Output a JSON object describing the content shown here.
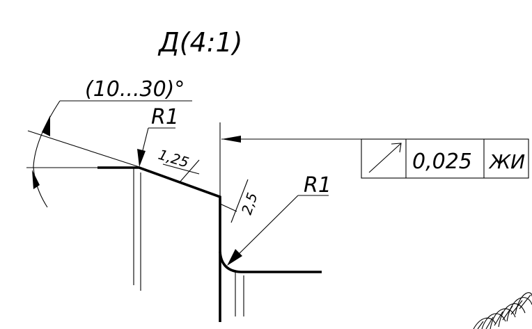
{
  "view_title": "Д(4:1)",
  "angle_dimension": "(10...30)°",
  "radius_left": "R1",
  "chamfer_length": "1,25",
  "chamfer_depth": "2,5",
  "radius_right": "R1",
  "tolerance_frame": {
    "symbol": "runout-arrow-icon",
    "value": "0,025",
    "datum": "ЖИ"
  },
  "colors": {
    "line": "#000000",
    "background": "#ffffff"
  }
}
